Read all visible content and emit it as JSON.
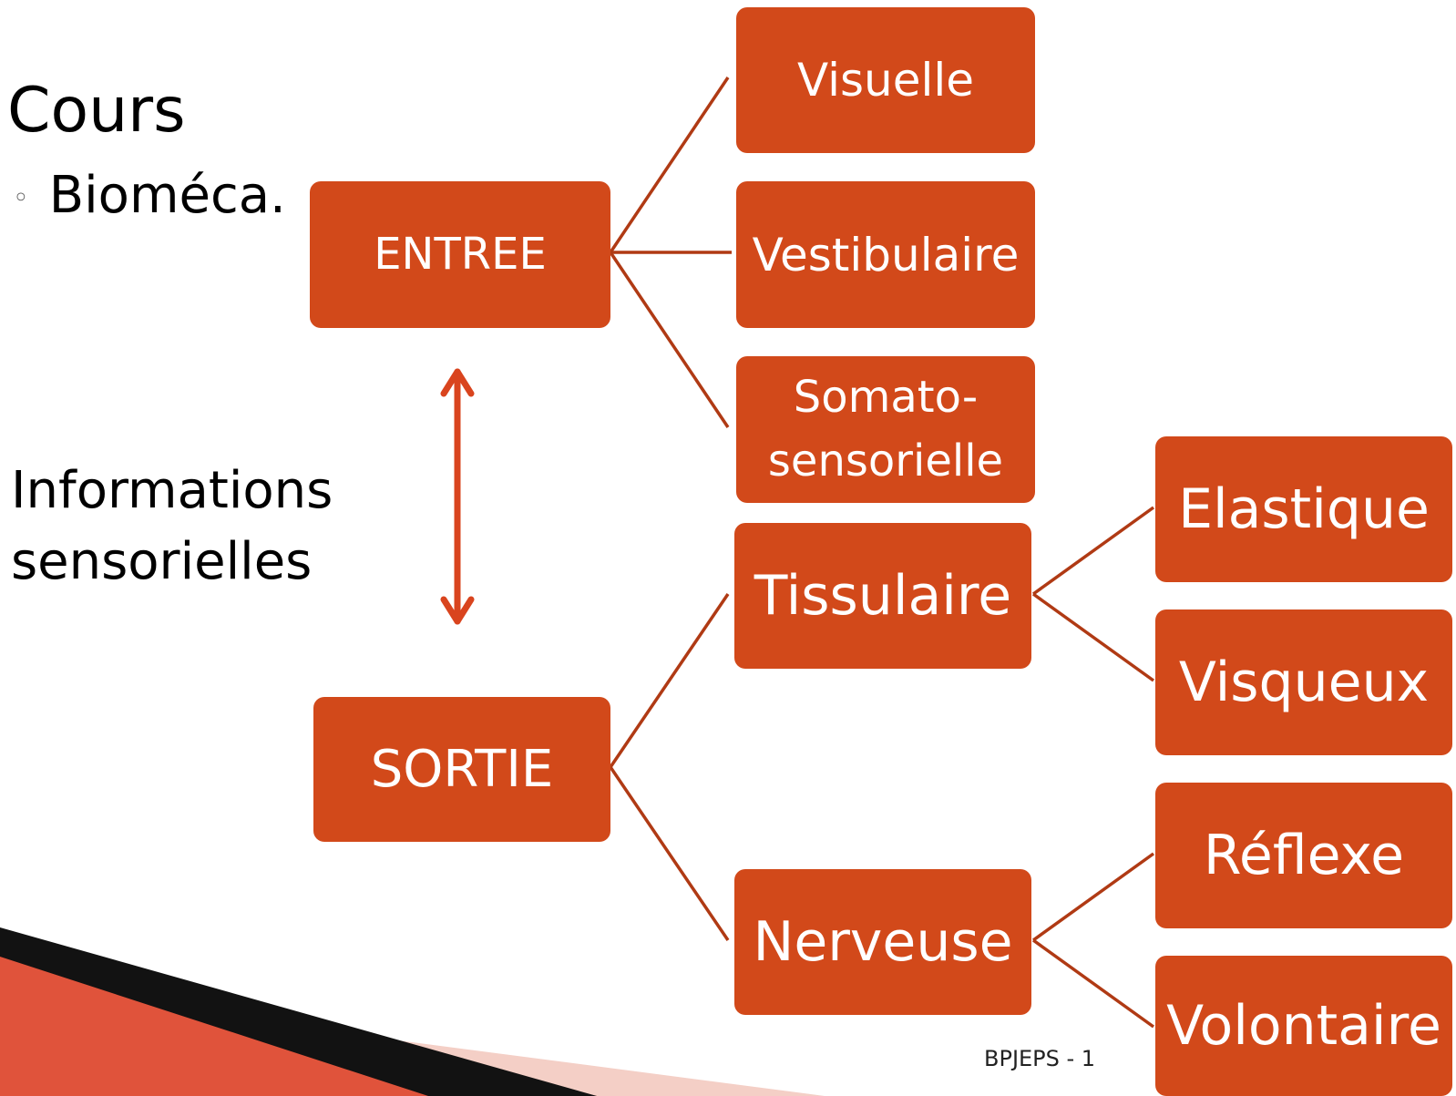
{
  "slide": {
    "heading": "Cours",
    "bullet_mark": "◦",
    "bullet": "Bioméca.",
    "side_label": "Informations sensorielles",
    "footer": "BPJEPS - 1"
  },
  "colors": {
    "box_fill": "#d2491a",
    "connector": "#b03a14",
    "arrow": "#d9441e"
  },
  "diagram": {
    "entree": "ENTREE",
    "sortie": "SORTIE",
    "visuelle": "Visuelle",
    "vestibulaire": "Vestibulaire",
    "somato": "Somato-\nsensorielle",
    "tissulaire": "Tissulaire",
    "nerveuse": "Nerveuse",
    "elastique": "Elastique",
    "visqueux": "Visqueux",
    "reflexe": "Réflexe",
    "volontaire": "Volontaire"
  }
}
